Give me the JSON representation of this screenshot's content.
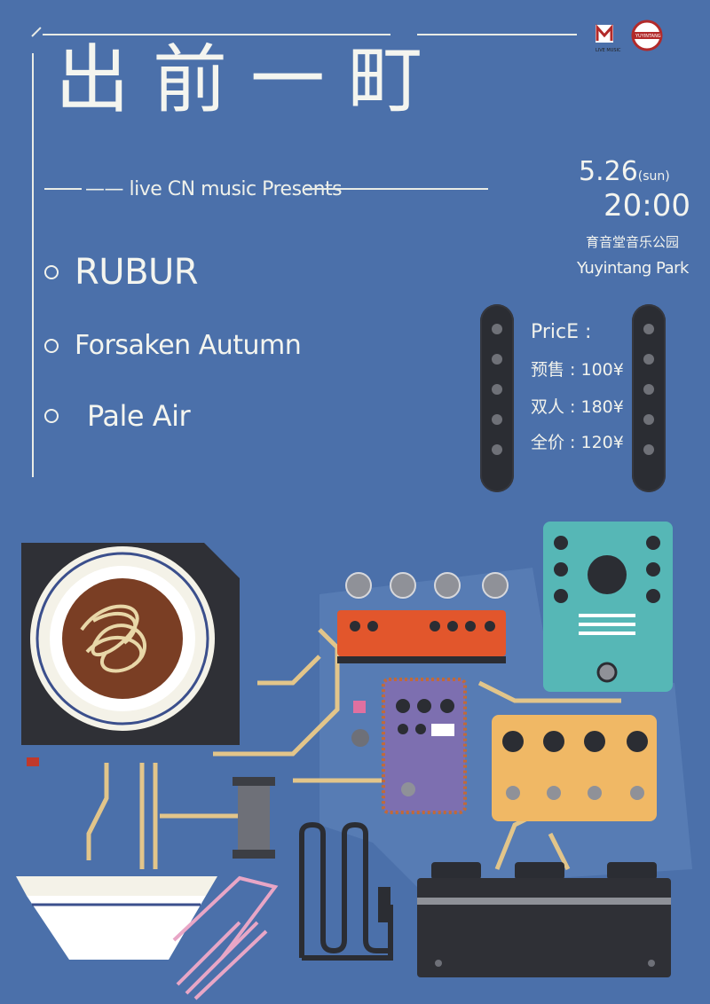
{
  "event": {
    "title": "出前一町",
    "presents": "—— live CN music Presents",
    "date": "5.26",
    "weekday": "(sun)",
    "time": "20:00",
    "venue_cn": "育音堂音乐公园",
    "venue_en": "Yuyintang Park"
  },
  "lineup": [
    "RUBUR",
    "Forsaken Autumn",
    "Pale Air"
  ],
  "price": {
    "heading": "PricE :",
    "items": [
      "预售 : 100¥",
      "双人 : 180¥",
      "全价 : 120¥"
    ]
  },
  "logos": {
    "left_text": "LIVE MUSIC",
    "right_text": "YUYINTANG"
  },
  "colors": {
    "background": "#4b70aa",
    "ink": "#f3f4ef",
    "orange_pedal": "#e2562c",
    "teal_pedal": "#56b7b6",
    "yellow_pedal": "#f0b865",
    "purple_pedal": "#7d6fb0",
    "dark": "#2b2d33"
  },
  "icons": [
    "guitar-pickup-icon",
    "noodle-bowl-icon",
    "effects-pedal-icon",
    "amplifier-icon",
    "patch-cable-icon"
  ]
}
